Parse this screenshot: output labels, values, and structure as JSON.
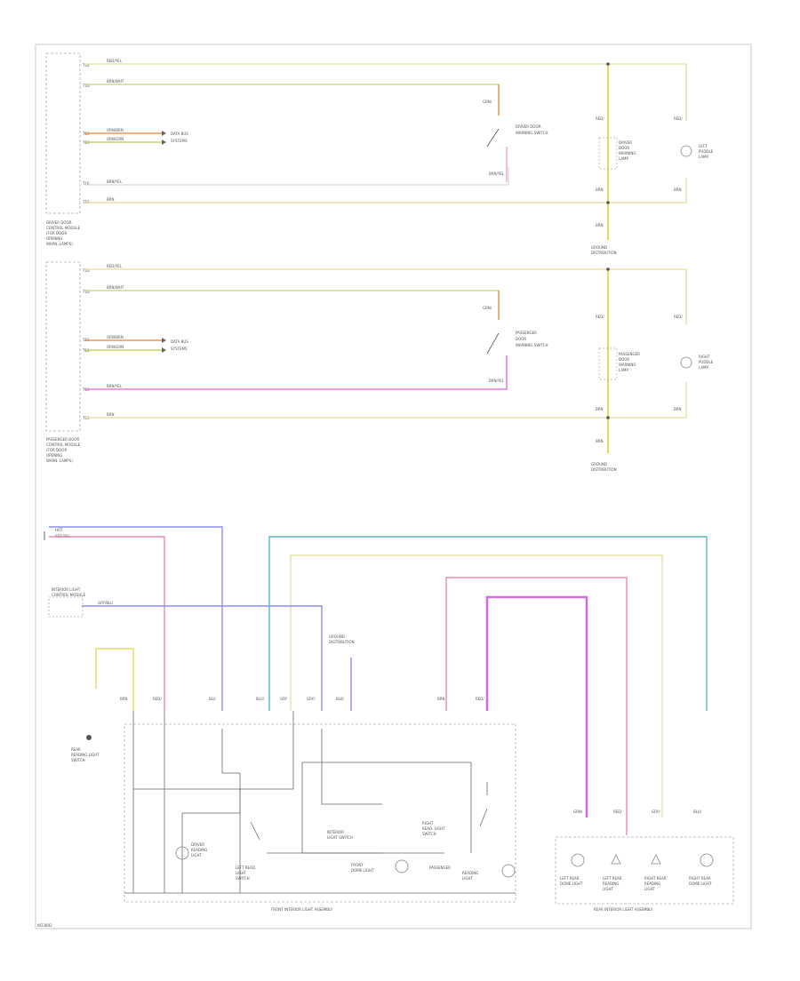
{
  "diagram": {
    "footer_code": "W23892",
    "colors": {
      "yellow": "#e8dc58",
      "yellow_light": "#e8e2a8",
      "green_yellow": "#c8d060",
      "orange": "#e89a50",
      "pink": "#f08ab0",
      "magenta": "#d070e0",
      "blue": "#8a8ef0",
      "teal": "#5ab8c8",
      "frame": "#c8c8c8",
      "wire_gray": "#6a6a6a"
    },
    "upper_module": {
      "caption_lines": [
        "DRIVER DOOR",
        "CONTROL MODULE",
        "(FOR DOOR",
        "OPENING",
        "WARN. LAMPS)"
      ],
      "pins": [
        "T16",
        "T16",
        "T16",
        "T16",
        "T16",
        "T16"
      ],
      "wire_codes": [
        "RED/YEL",
        "BRN/WHT",
        "ORN/BRN",
        "ORN/GRN",
        "BRN/YEL",
        "BRN"
      ],
      "can_label": [
        "DATA BUS",
        "SYSTEMS"
      ],
      "switch_label": [
        "DRIVER DOOR",
        "WARNING SWITCH"
      ],
      "switch_pins": [
        "GRN/",
        "BRN/YEL"
      ],
      "lamp1_label": [
        "DRIVER",
        "DOOR",
        "WARNING",
        "LAMP"
      ],
      "lamp2_label": [
        "LEFT",
        "PUDDLE",
        "LAMP"
      ],
      "ground_label": [
        "GROUND",
        "DISTRIBUTION"
      ],
      "lamp_pins": [
        "RED/",
        "BRN",
        "RED/",
        "BRN",
        "BRN"
      ]
    },
    "lower_module": {
      "caption_lines": [
        "PASSENGER DOOR",
        "CONTROL MODULE",
        "(FOR DOOR",
        "OPENING",
        "WARN. LAMPS)"
      ],
      "pins": [
        "T16",
        "T16",
        "T16",
        "T16",
        "T16",
        "T16"
      ],
      "wire_codes": [
        "RED/YEL",
        "BRN/WHT",
        "ORN/BRN",
        "ORN/GRN",
        "BRN/YEL",
        "BRN"
      ],
      "can_label": [
        "DATA BUS",
        "SYSTEMS"
      ],
      "switch_label": [
        "PASSENGER",
        "DOOR",
        "WARNING SWITCH"
      ],
      "switch_pins": [
        "GRN/",
        "BRN/YEL"
      ],
      "lamp1_label": [
        "PASSENGER",
        "DOOR",
        "WARNING",
        "LAMP"
      ],
      "lamp2_label": [
        "RIGHT",
        "PUDDLE",
        "LAMP"
      ],
      "ground_label": [
        "GROUND",
        "DISTRIBUTION"
      ],
      "lamp_pins": [
        "RED/",
        "BRN",
        "RED/",
        "BRN",
        "BRN"
      ]
    },
    "bottom": {
      "fuse_labels": [
        "HOT",
        "RED/YEL"
      ],
      "module_label": [
        "INTERIOR LIGHT",
        "CONTROL MODULE"
      ],
      "module_wire": "GRY/BLU",
      "ground_dist": [
        "GROUND",
        "DISTRIBUTION"
      ],
      "switch_label": [
        "REAR",
        "READING LIGHT",
        "SWITCH"
      ],
      "pins_top": [
        "BRN",
        "RED/",
        "BLU",
        "BLU/",
        "GRY",
        "GRY/",
        "BLK/",
        "BRN",
        "RED/"
      ],
      "front_assy_parts": {
        "left_lamp": [
          "DRIVER",
          "READING",
          "LIGHT"
        ],
        "left_switch": [
          "LEFT READ.",
          "LIGHT",
          "SWITCH"
        ],
        "interior_switch": [
          "INTERIOR",
          "LIGHT SWITCH"
        ],
        "right_switch": [
          "RIGHT",
          "READ. LIGHT",
          "SWITCH"
        ],
        "center_lamp": [
          "FRONT",
          "DOME LIGHT"
        ],
        "right_lamp": [
          "PASSENGER",
          "READING",
          "LIGHT"
        ]
      },
      "front_assembly_label": "FRONT INTERIOR LIGHT ASSEMBLY",
      "rear_assembly_label": "REAR INTERIOR LIGHT ASSEMBLY",
      "rear_pins": [
        "GRN/",
        "RED/",
        "GRY/",
        "BLU/"
      ],
      "rear_lamp_labels": [
        [
          "LEFT REAR",
          "DOME LIGHT"
        ],
        [
          "LEFT REAR",
          "READING",
          "LIGHT"
        ],
        [
          "RIGHT REAR",
          "READING",
          "LIGHT"
        ],
        [
          "RIGHT REAR",
          "DOME LIGHT"
        ]
      ]
    }
  }
}
